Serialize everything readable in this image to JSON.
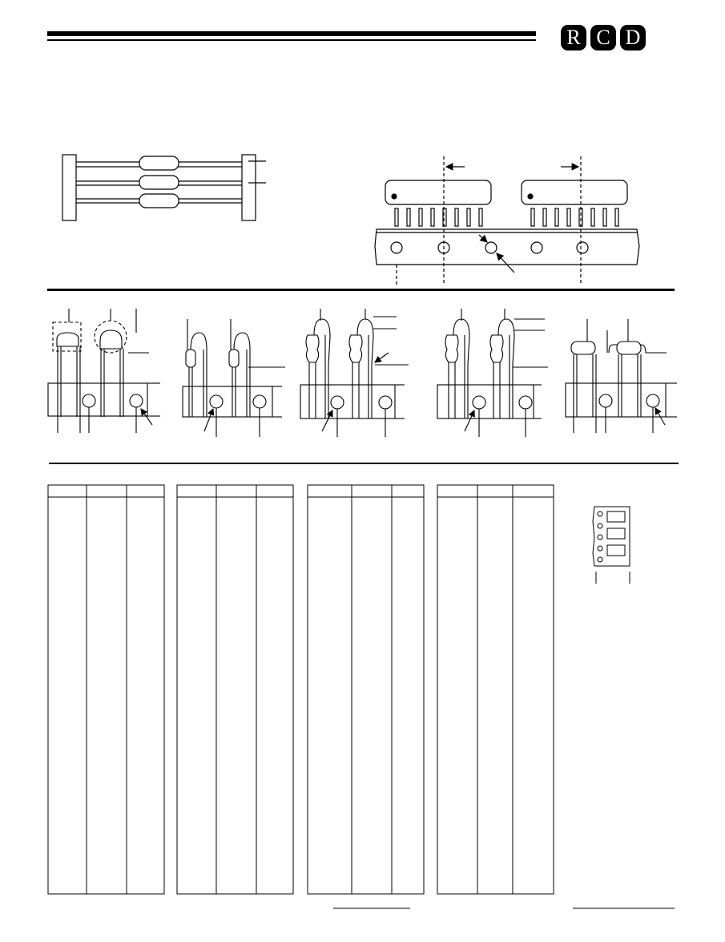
{
  "logo": {
    "letters": [
      "R",
      "C",
      "D"
    ]
  },
  "tables": {
    "count": 4,
    "column_counts": [
      3,
      3,
      3,
      3
    ],
    "rows": []
  }
}
